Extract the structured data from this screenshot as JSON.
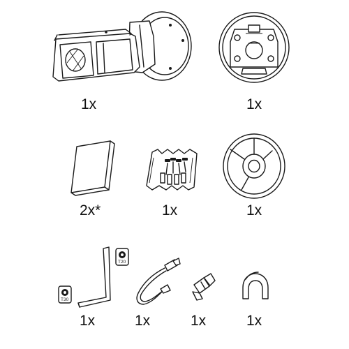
{
  "items": [
    {
      "name": "camera",
      "icon": "bullet-camera-icon",
      "qty": "1x"
    },
    {
      "name": "mount-base",
      "icon": "mount-base-icon",
      "qty": "1x"
    },
    {
      "name": "manual",
      "icon": "manual-booklet-icon",
      "qty": "2x*"
    },
    {
      "name": "screw-kit",
      "icon": "screw-bag-icon",
      "qty": "1x"
    },
    {
      "name": "disc",
      "icon": "cd-icon",
      "qty": "1x"
    },
    {
      "name": "torx-key",
      "icon": "torx-key-icon",
      "qty": "1x",
      "tags": [
        "T30",
        "T20"
      ]
    },
    {
      "name": "cable",
      "icon": "adapter-cable-icon",
      "qty": "1x"
    },
    {
      "name": "connector",
      "icon": "connector-plug-icon",
      "qty": "1x"
    },
    {
      "name": "cable-clip",
      "icon": "cable-clip-icon",
      "qty": "1x"
    }
  ]
}
